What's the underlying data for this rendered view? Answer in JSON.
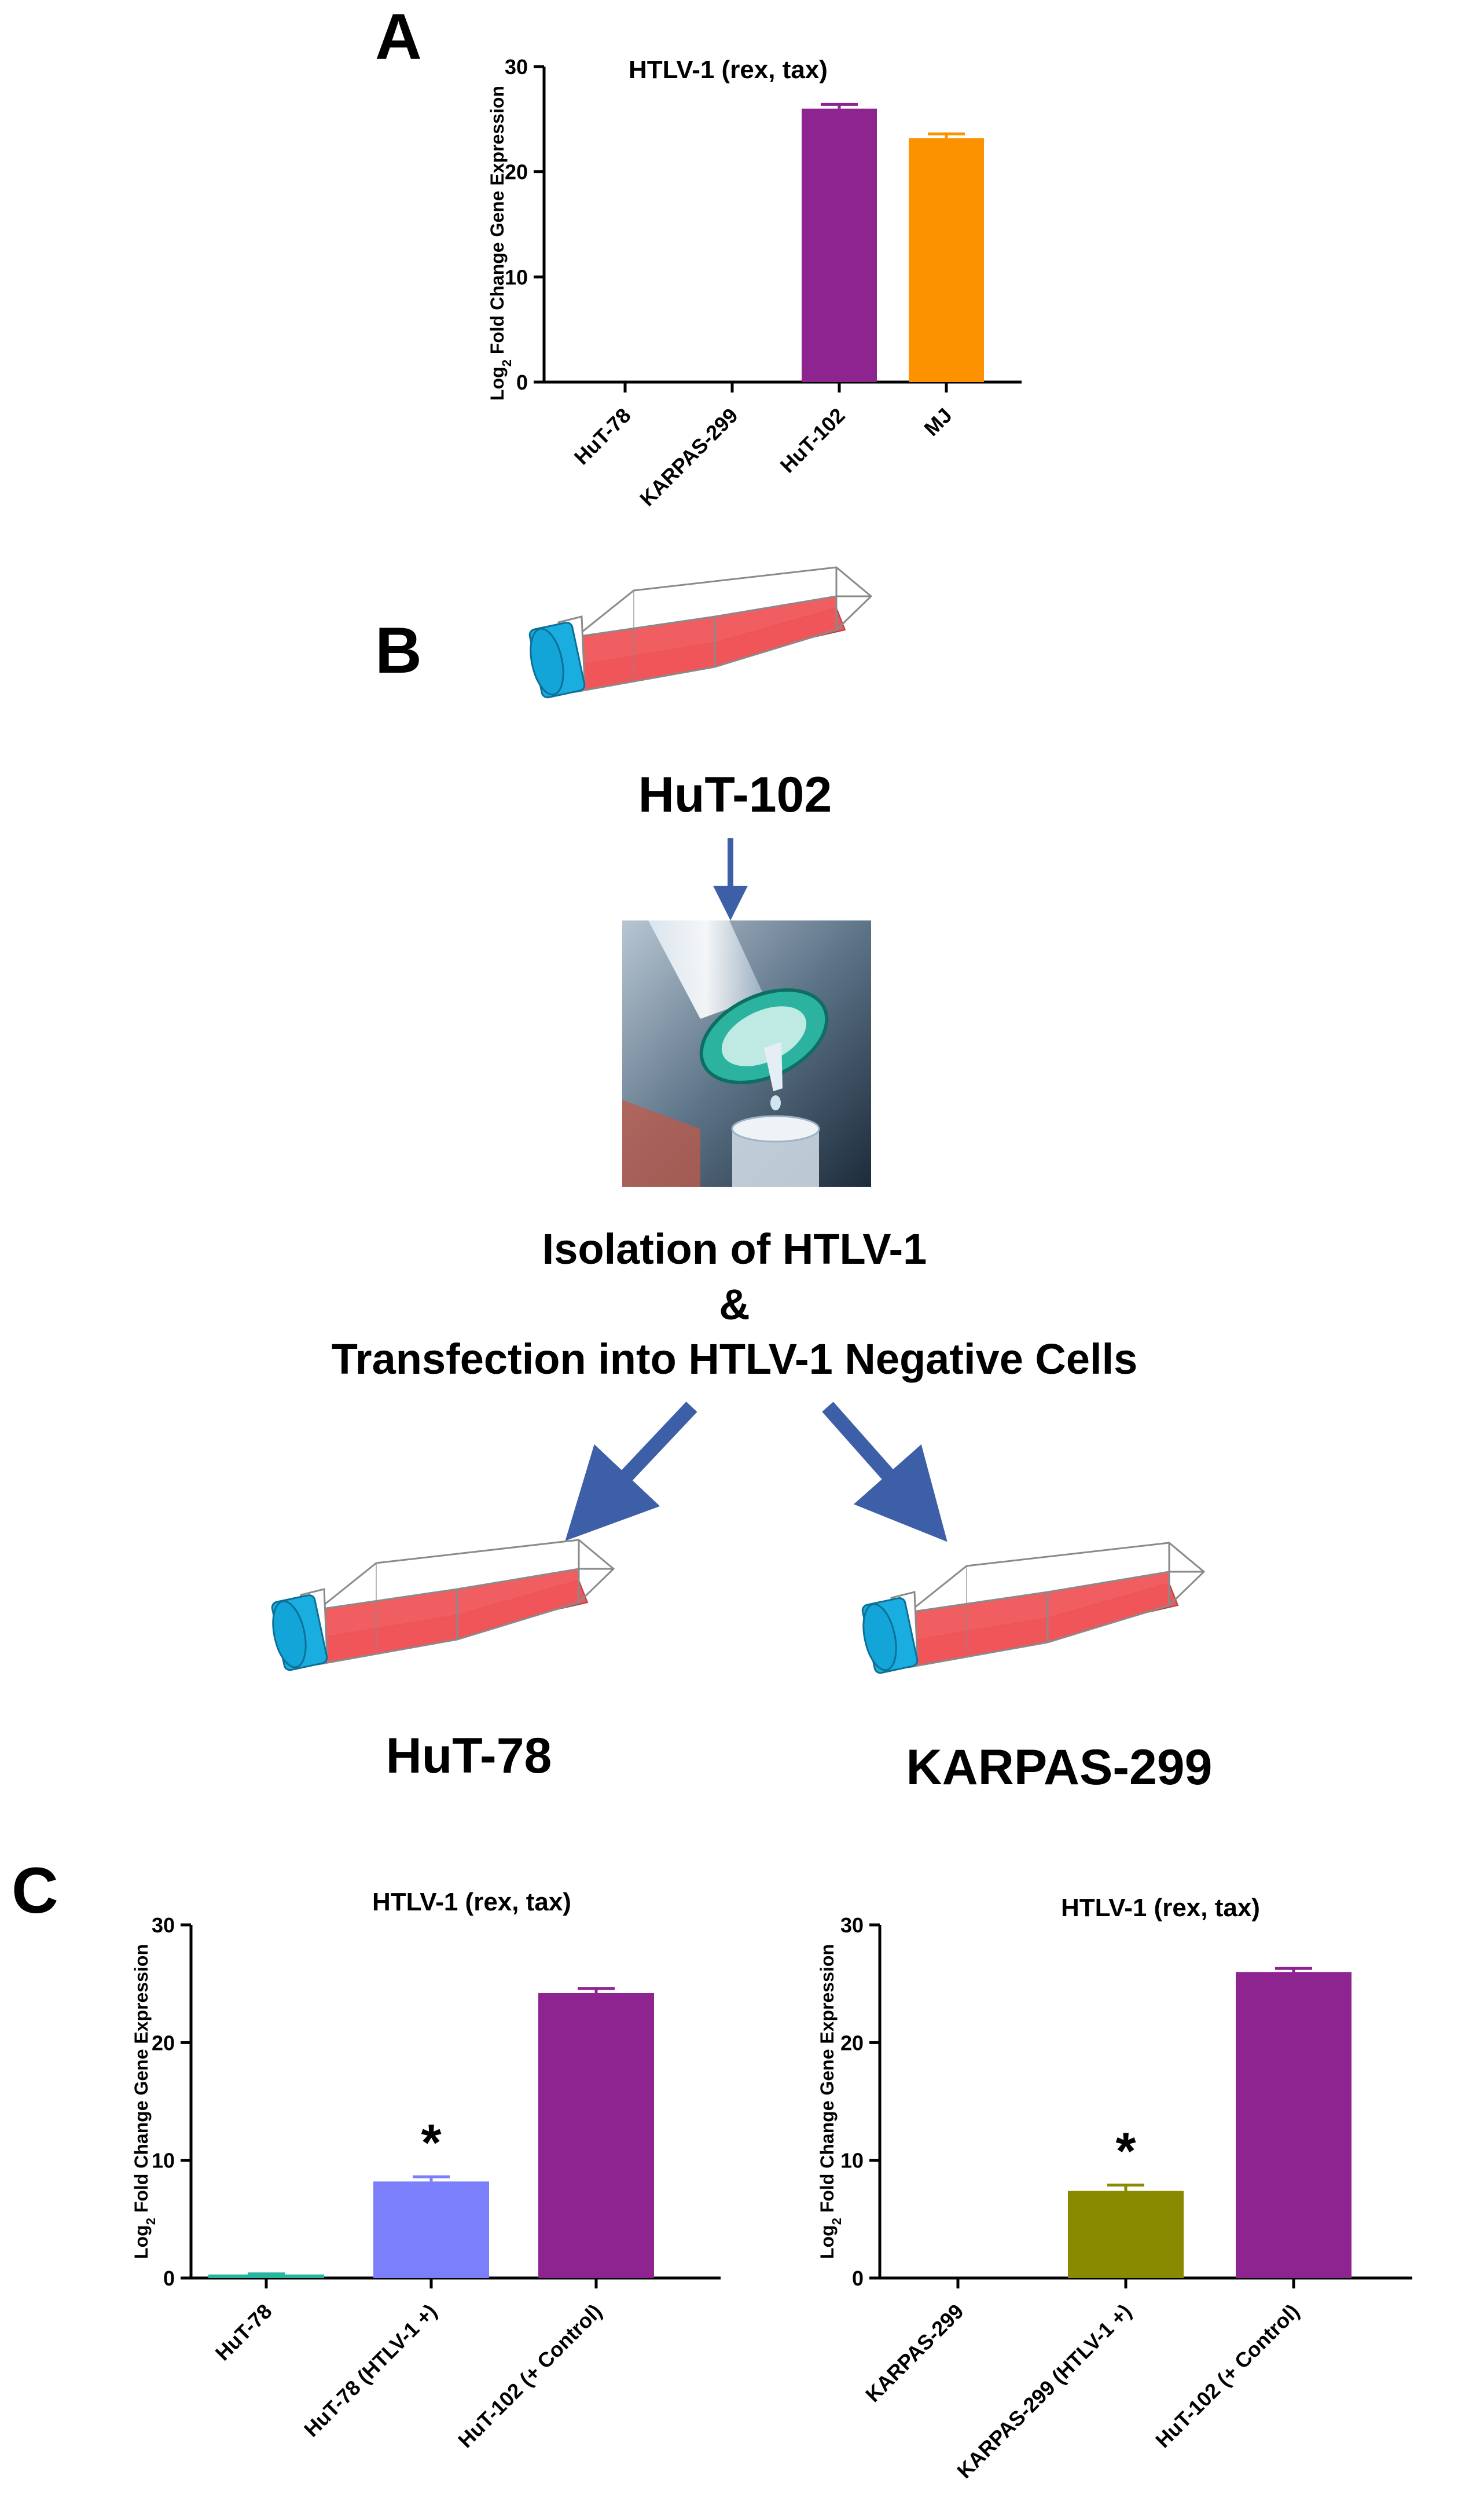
{
  "panels": {
    "a": "A",
    "b": "B",
    "c": "C"
  },
  "schematic": {
    "source_cell_line": "HuT-102",
    "step_line1": "Isolation of HTLV-1",
    "step_line2": "&",
    "step_line3": "Transfection into HTLV-1 Negative Cells",
    "target_left": "HuT-78",
    "target_right": "KARPAS-299"
  },
  "chart_data": [
    {
      "type": "bar",
      "panel": "A",
      "title": "HTLV-1 (rex, tax)",
      "ylabel": "Log2 Fold Change Gene Expression",
      "ylim": [
        0,
        30
      ],
      "yticks": [
        0,
        10,
        20,
        30
      ],
      "categories": [
        "HuT-78",
        "KARPAS-299",
        "HuT-102",
        "MJ"
      ],
      "values": [
        0,
        0,
        26.0,
        23.2
      ],
      "errors": [
        0,
        0,
        0.4,
        0.4
      ],
      "colors": [
        "#27b5a0",
        "#27b5a0",
        "#8e2490",
        "#fd9201"
      ]
    },
    {
      "type": "bar",
      "panel": "C-left",
      "title": "HTLV-1 (rex, tax)",
      "ylabel": "Log2 Fold Change Gene Expression",
      "ylim": [
        0,
        30
      ],
      "yticks": [
        0,
        10,
        20,
        30
      ],
      "categories": [
        "HuT-78",
        "HuT-78 (HTLV-1 +)",
        "HuT-102 (+ Control)"
      ],
      "values": [
        0.3,
        8.2,
        24.2
      ],
      "errors": [
        0.05,
        0.4,
        0.4
      ],
      "colors": [
        "#27b5a0",
        "#7b7ffb",
        "#8e2490"
      ],
      "annotations": [
        "",
        "*",
        ""
      ]
    },
    {
      "type": "bar",
      "panel": "C-right",
      "title": "HTLV-1 (rex, tax)",
      "ylabel": "Log2 Fold Change Gene Expression",
      "ylim": [
        0,
        30
      ],
      "yticks": [
        0,
        10,
        20,
        30
      ],
      "categories": [
        "KARPAS-299",
        "KARPAS-299 (HTLV-1 +)",
        "HuT-102 (+ Control)"
      ],
      "values": [
        0,
        7.4,
        26.0
      ],
      "errors": [
        0,
        0.5,
        0.3
      ],
      "colors": [
        "#27b5a0",
        "#8a8a00",
        "#8e2490"
      ],
      "annotations": [
        "",
        "*",
        ""
      ]
    }
  ]
}
